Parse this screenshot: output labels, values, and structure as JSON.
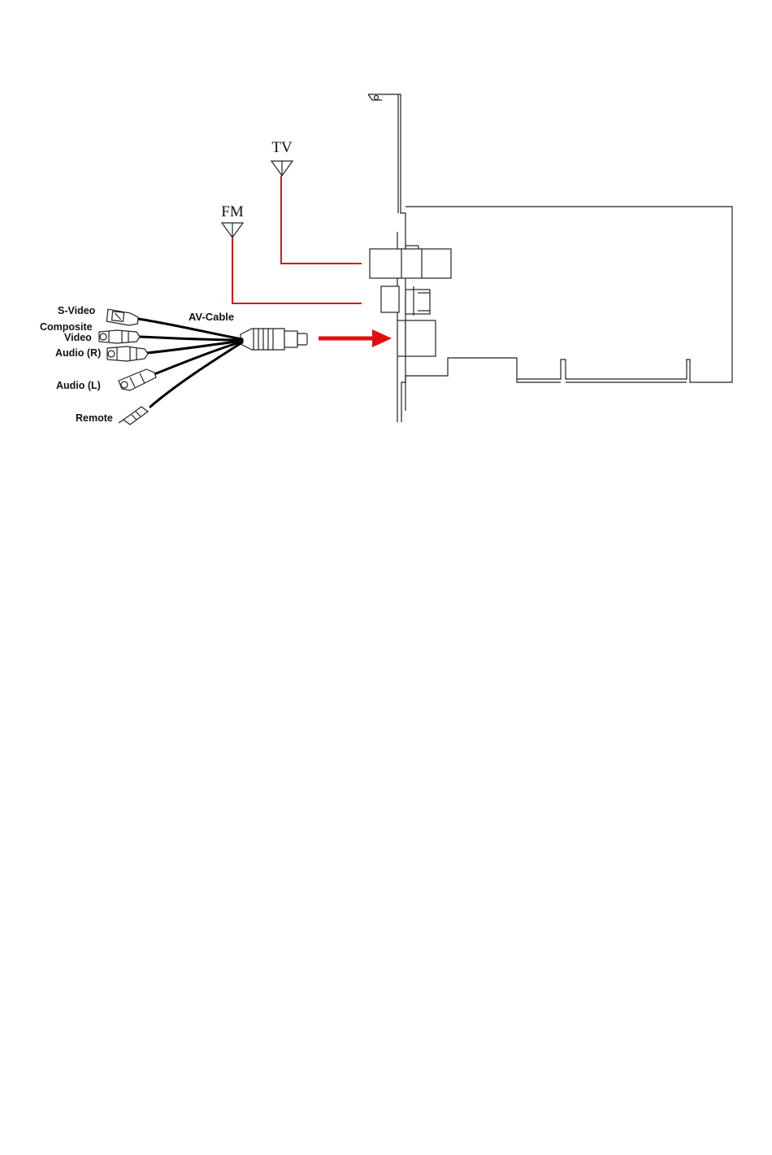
{
  "antennas": {
    "tv_label": "TV",
    "fm_label": "FM"
  },
  "cable": {
    "title": "AV-Cable",
    "connectors": {
      "s_video": "S-Video",
      "composite_line1": "Composite",
      "composite_line2": "Video",
      "audio_r": "Audio (R)",
      "audio_l": "Audio (L)",
      "remote": "Remote"
    }
  },
  "colors": {
    "signal_line": "#d21a1a",
    "arrow": "#e01010",
    "outline": "#222222"
  }
}
